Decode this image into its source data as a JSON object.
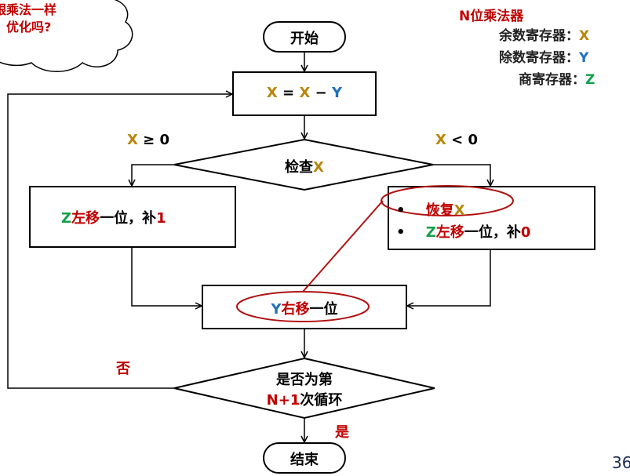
{
  "cloud": {
    "line1": "跟乘法一样",
    "line2": "优化吗?"
  },
  "legend": {
    "title": "N位乘法器",
    "rows": [
      {
        "label": "余数寄存器：",
        "reg": "X"
      },
      {
        "label": "除数寄存器：",
        "reg": "Y"
      },
      {
        "label": "商寄存器：",
        "reg": "Z"
      }
    ]
  },
  "flow": {
    "start": "开始",
    "subtract": {
      "x1": "X",
      "eq": "=",
      "x2": "X",
      "minus": "−",
      "y": "Y"
    },
    "ge_label": {
      "x": "X",
      "op": "≥ 0"
    },
    "lt_label": {
      "x": "X",
      "op": "< 0"
    },
    "check": {
      "text": "检查",
      "x": "X"
    },
    "left_box": {
      "z": "Z",
      "shift": "左移",
      "rest": "一位，补",
      "bit": "1"
    },
    "right_box": {
      "bullet": "•",
      "line1": {
        "text": "恢复",
        "x": "X"
      },
      "line2": {
        "z": "Z",
        "shift": "左移",
        "rest": "一位，补",
        "bit": "0"
      }
    },
    "y_shift": {
      "y": "Y",
      "shift": "右移",
      "rest": "一位"
    },
    "loop_q": {
      "line1": "是否为第",
      "n": "N",
      "plus": "+1",
      "rest": "次循环"
    },
    "no": "否",
    "yes": "是",
    "end": "结束"
  },
  "page_number": "36",
  "colors": {
    "gold": "#b8860b",
    "blue": "#1f6fbf",
    "green": "#12a04a",
    "red": "#c00000",
    "outline_red": "#b01010"
  }
}
